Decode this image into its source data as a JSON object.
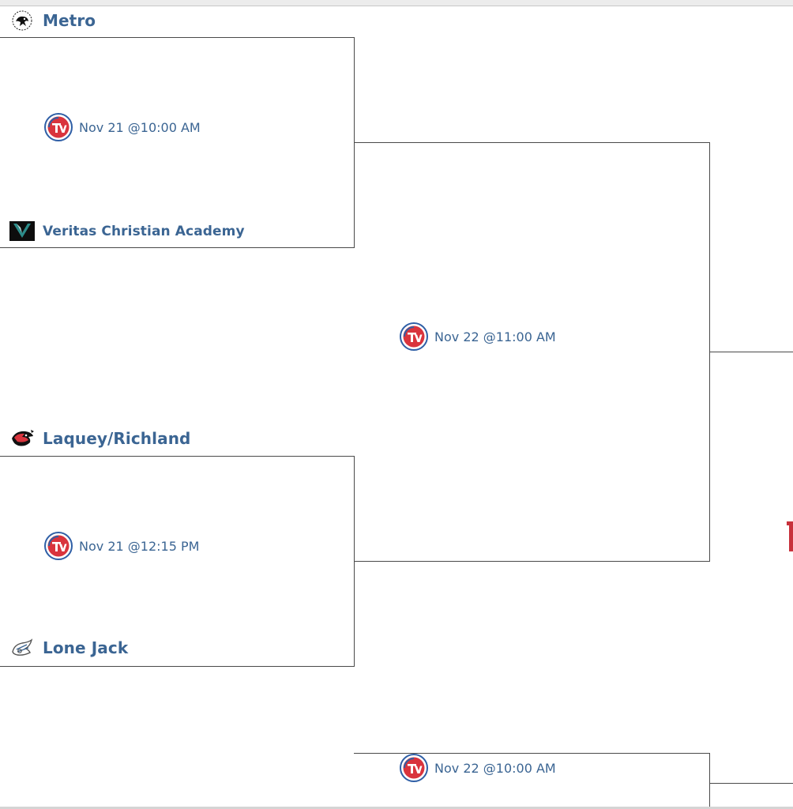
{
  "bracket": {
    "teams": {
      "metro": "Metro",
      "veritas": "Veritas Christian Academy",
      "laquey": "Laquey/Richland",
      "lone_jack": "Lone Jack"
    },
    "games": {
      "game1": "Nov 21 @10:00 AM",
      "game2": "Nov 21 @12:15 PM",
      "semi1": "Nov 22 @11:00 AM",
      "semi2": "Nov 22 @10:00 AM"
    }
  },
  "icons": {
    "metro_logo": "metro-logo-icon",
    "veritas_logo": "veritas-logo-icon",
    "laquey_logo": "laquey-logo-icon",
    "lone_jack_logo": "lone-jack-logo-icon",
    "tv": "tv-broadcast-icon"
  },
  "colors": {
    "team_text": "#3b6593",
    "tv_red": "#d9343d",
    "tv_blue": "#2f5fa6",
    "bracket_line": "#4a4a4a",
    "edge_accent": "#c8323c"
  }
}
